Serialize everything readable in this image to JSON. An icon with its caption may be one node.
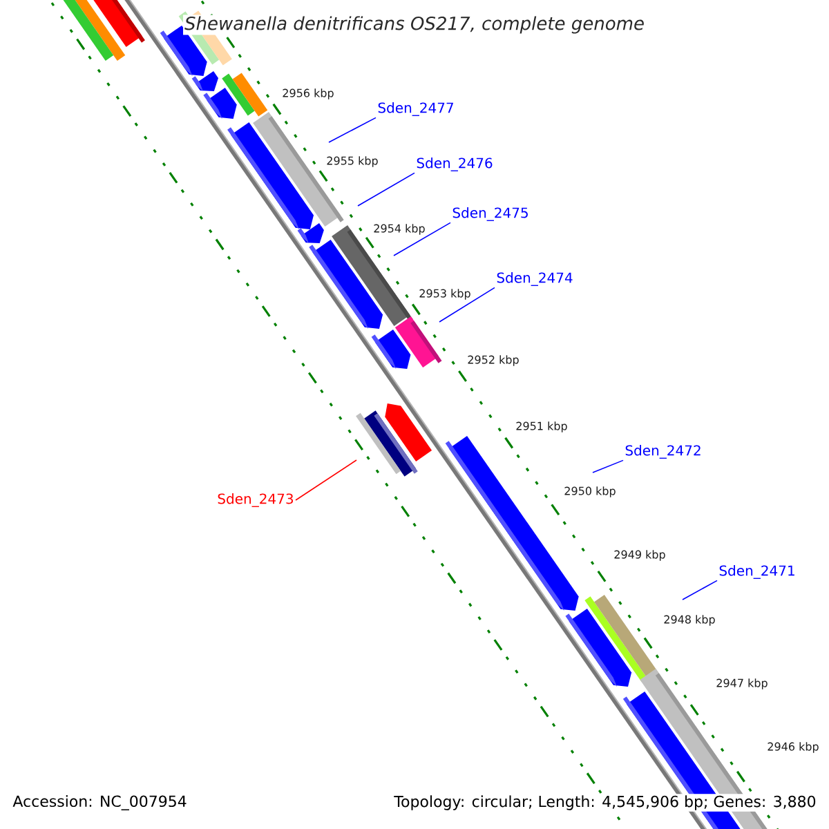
{
  "diagram": {
    "title": "Shewanella denitrificans OS217, complete genome",
    "nodes": [
      {
        "text": [
          "Sden_2477"
        ]
      },
      {
        "text": [
          "Sden_2476"
        ]
      },
      {
        "text": [
          "Sden_2475"
        ]
      },
      {
        "text": [
          "Sden_2474"
        ]
      },
      {
        "text": [
          "Sden_2473"
        ]
      },
      {
        "text": [
          "Sden_2472"
        ]
      },
      {
        "text": [
          "Sden_2471"
        ]
      }
    ],
    "edges": [
      {
        "from": 0,
        "to": null,
        "arrow": "none"
      },
      {
        "from": 1,
        "to": null,
        "arrow": "none"
      },
      {
        "from": 2,
        "to": null,
        "arrow": "none"
      },
      {
        "from": 3,
        "to": null,
        "arrow": "none"
      },
      {
        "from": 4,
        "to": null,
        "arrow": "none",
        "color": "#ff0000"
      },
      {
        "from": 5,
        "to": null,
        "arrow": "none"
      },
      {
        "from": 6,
        "to": null,
        "arrow": "none"
      }
    ],
    "labels": [
      "2956 kbp",
      "2955 kbp",
      "2954 kbp",
      "2953 kbp",
      "2952 kbp",
      "2951 kbp",
      "2950 kbp",
      "2949 kbp",
      "2948 kbp",
      "2947 kbp",
      "2946 kbp",
      "Accession: NC_007954",
      "Topology: circular; Length: 4,545,906 bp; Genes: 3,880"
    ]
  }
}
